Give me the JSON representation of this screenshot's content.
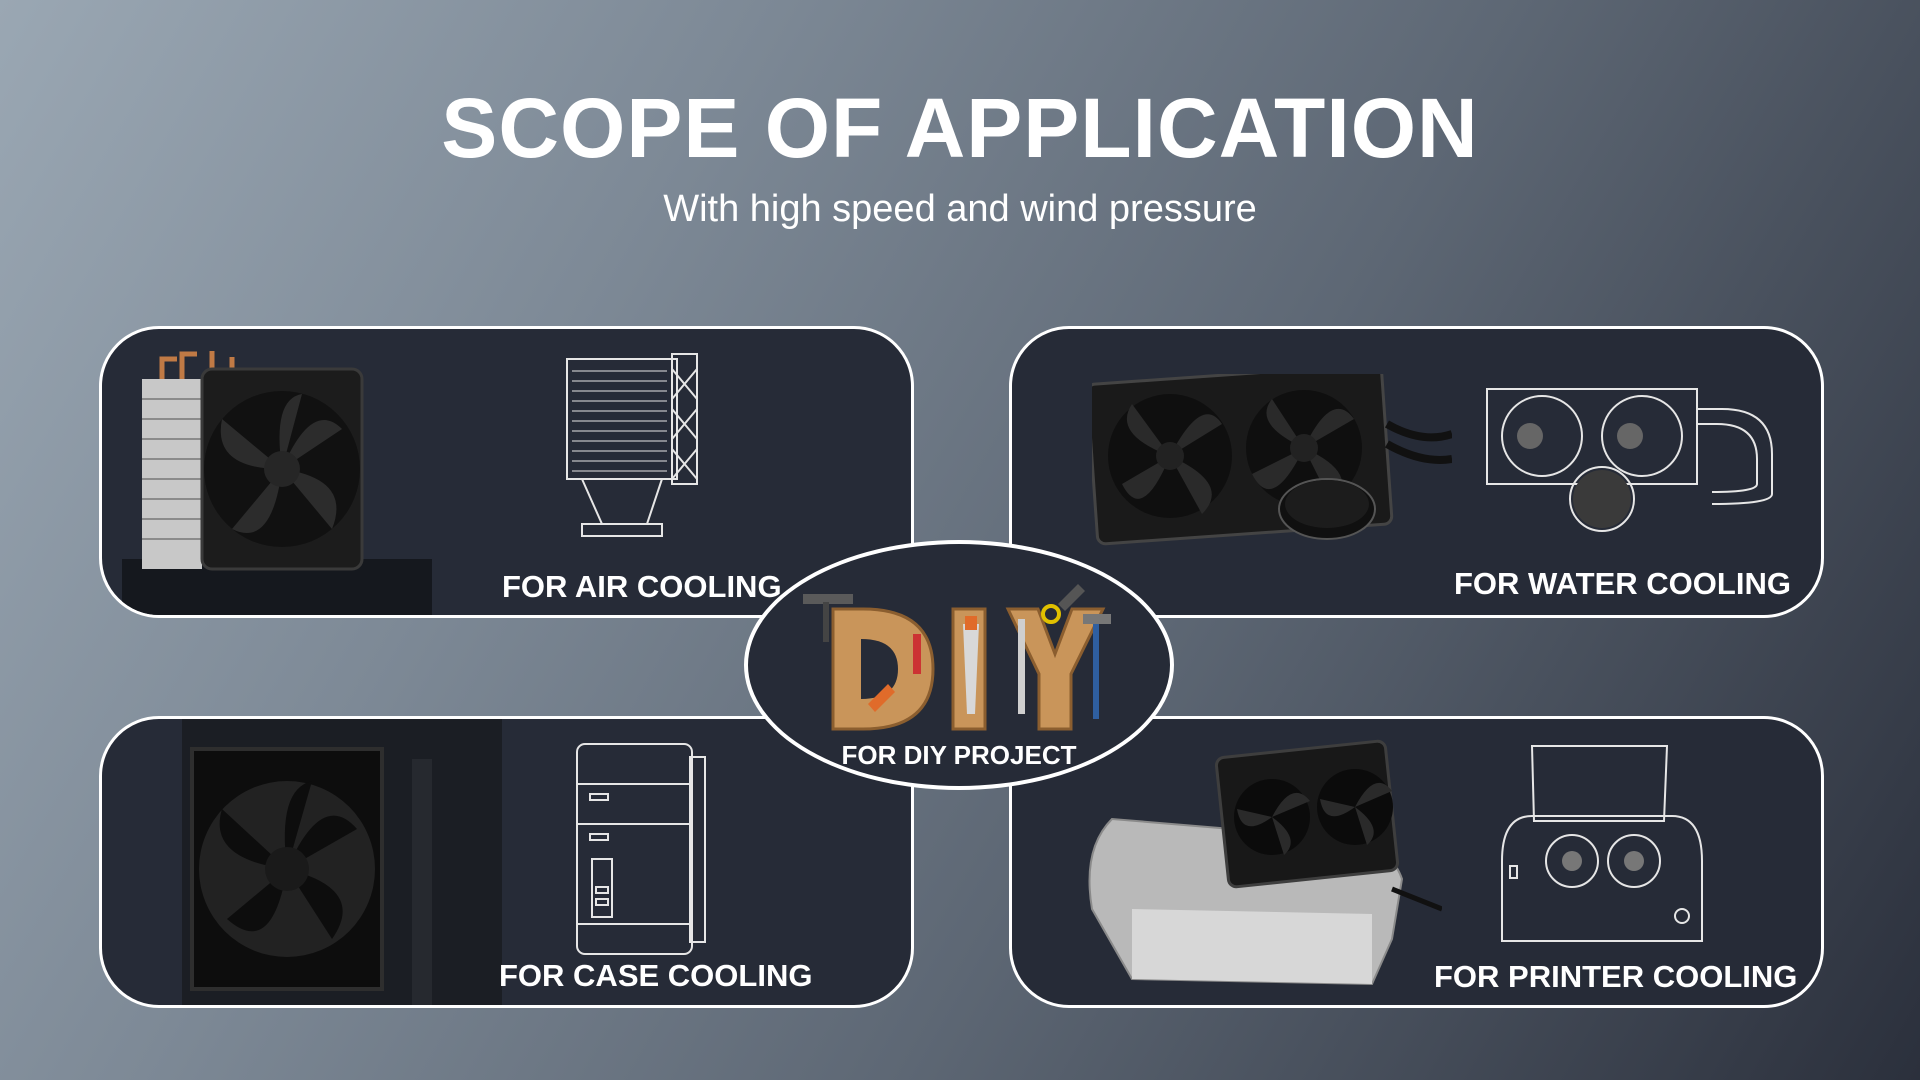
{
  "header": {
    "title": "SCOPE OF APPLICATION",
    "subtitle": "With high speed and wind pressure"
  },
  "cards": {
    "air": {
      "label": "FOR AIR COOLING",
      "icon": "cpu-tower-cooler-icon"
    },
    "water": {
      "label": "FOR WATER COOLING",
      "icon": "aio-water-cooler-icon"
    },
    "case": {
      "label": "FOR CASE COOLING",
      "icon": "pc-case-icon"
    },
    "printer": {
      "label": "FOR PRINTER COOLING",
      "icon": "printer-icon"
    },
    "diy": {
      "label": "FOR DIY PROJECT",
      "icon": "diy-tools-icon"
    }
  },
  "colors": {
    "card_background": "#262b37",
    "card_border": "#ffffff",
    "text": "#ffffff",
    "diy_wood": "#c9955a"
  }
}
